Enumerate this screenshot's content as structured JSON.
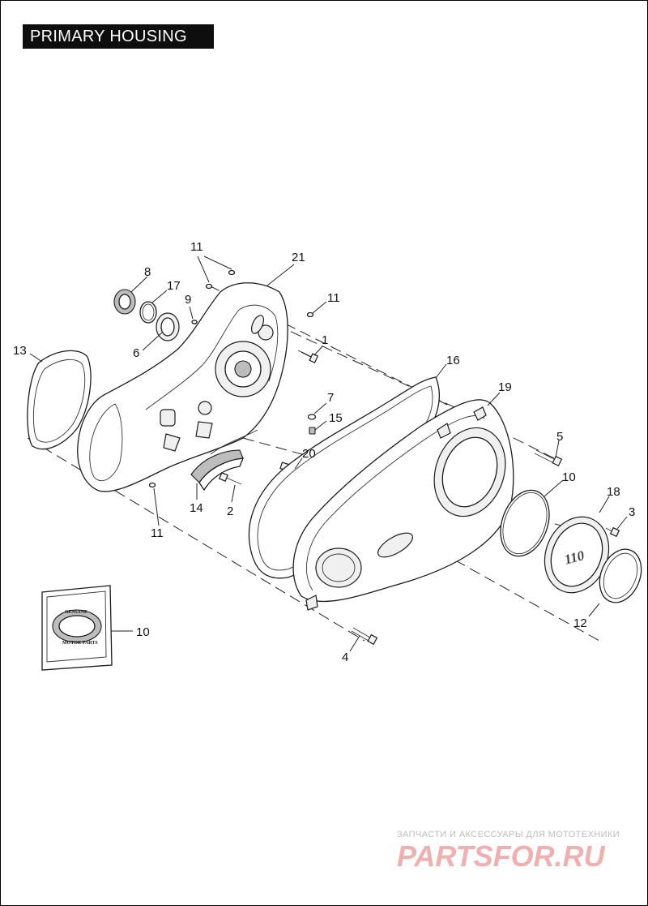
{
  "header": {
    "title": "PRIMARY HOUSING"
  },
  "callouts": {
    "c1": "1",
    "c2": "2",
    "c3": "3",
    "c4": "4",
    "c5": "5",
    "c6": "6",
    "c7": "7",
    "c8": "8",
    "c9": "9",
    "c10a": "10",
    "c10b": "10",
    "c11a": "11",
    "c11b": "11",
    "c11c": "11",
    "c12": "12",
    "c13": "13",
    "c14": "14",
    "c15": "15",
    "c16": "16",
    "c17": "17",
    "c18": "18",
    "c19": "19",
    "c20": "20",
    "c21": "21"
  },
  "kit_box": {
    "line1": "GENUINE",
    "line2": "MOTOR PARTS"
  },
  "cover_emblem": "110",
  "watermark": {
    "tagline": "ЗАПЧАСТИ И АКСЕССУАРЫ ДЛЯ МОТОТЕХНИКИ",
    "brand": "PARTSFOR.RU"
  },
  "colors": {
    "title_bg": "#0e0e0e",
    "title_fg": "#ffffff",
    "watermark_red": "#f1b0b0"
  }
}
